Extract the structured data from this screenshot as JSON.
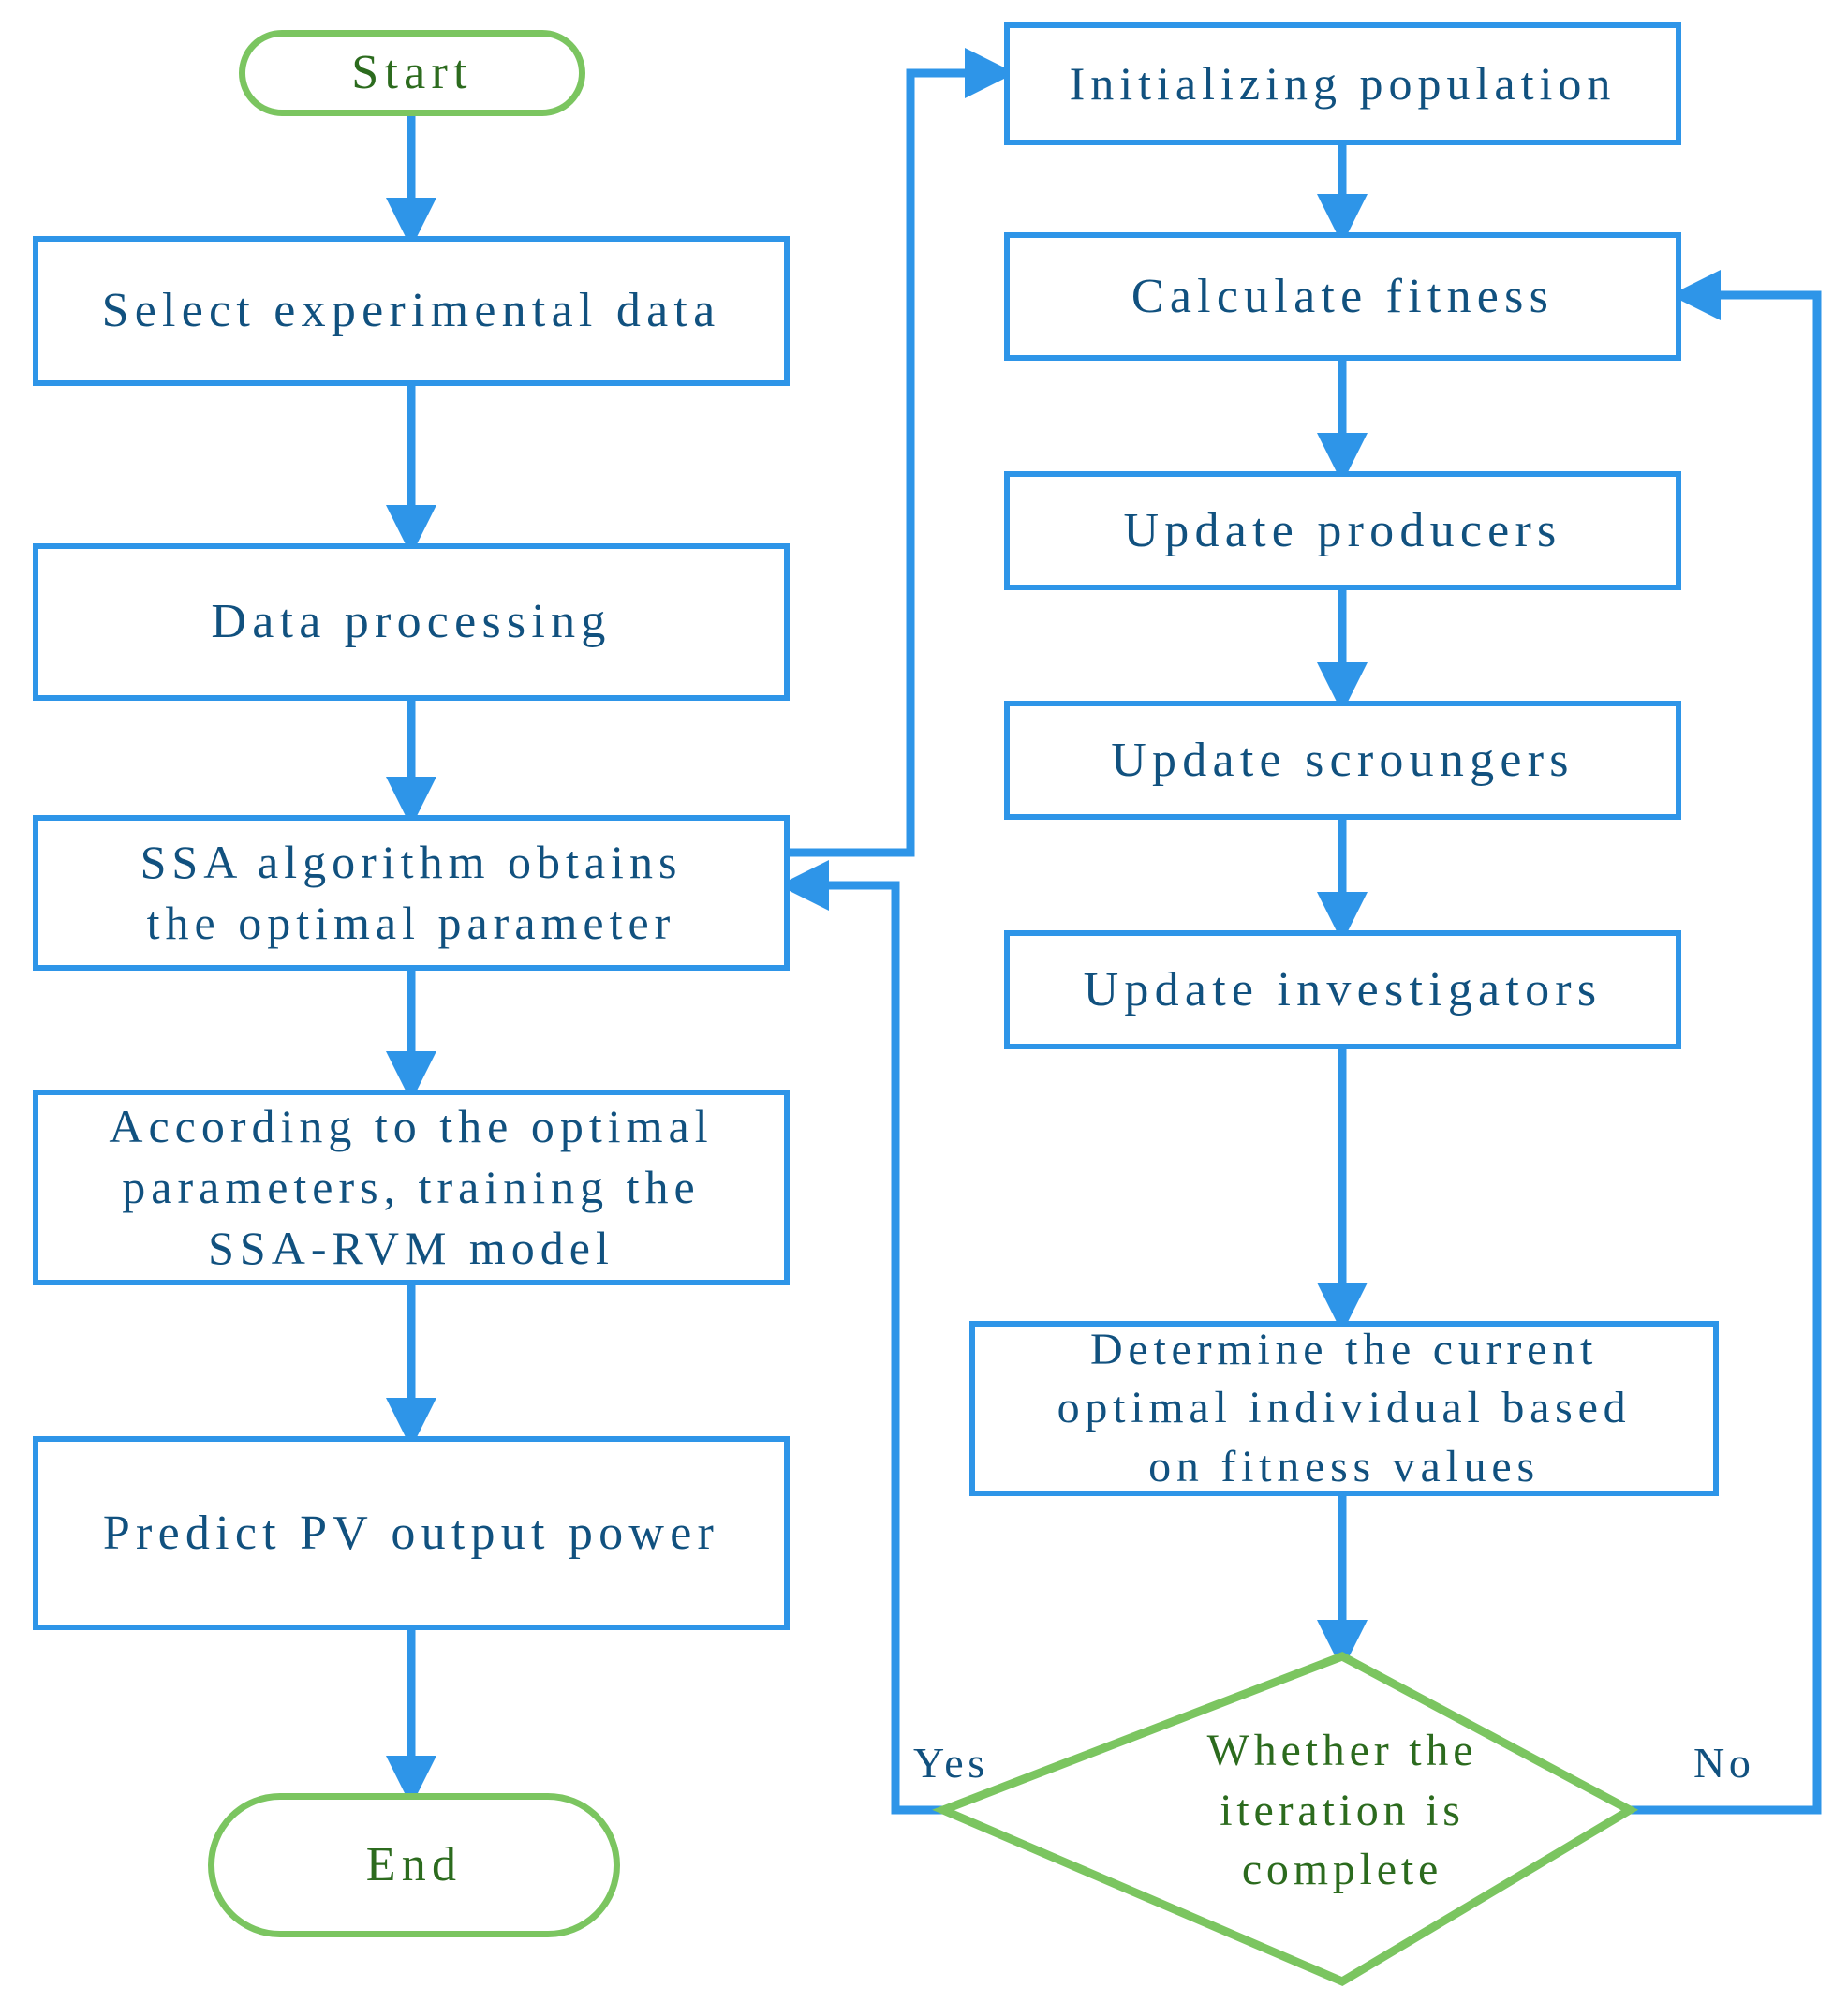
{
  "diagram": {
    "type": "flowchart",
    "title": "SSA-RVM photovoltaic output power prediction flowchart",
    "colors": {
      "process_border": "#2E95E8",
      "process_text": "#11517F",
      "terminator_border": "#7BC560",
      "terminator_text": "#2C6B1E",
      "arrow": "#2E95E8",
      "decision_border": "#7BC560",
      "decision_text": "#2C6B1E",
      "background": "#FFFFFF"
    }
  },
  "left_column": {
    "start": {
      "label": "Start",
      "shape": "terminator"
    },
    "step1": {
      "label": "Select experimental data",
      "shape": "process"
    },
    "step2": {
      "label": "Data processing",
      "shape": "process"
    },
    "step3": {
      "label": "SSA algorithm  obtains\nthe optimal parameter",
      "shape": "process"
    },
    "step4": {
      "label": "According to the optimal\nparameters, training the\nSSA-RVM model",
      "shape": "process"
    },
    "step5": {
      "label": "Predict PV output power",
      "shape": "process"
    },
    "end": {
      "label": "End",
      "shape": "terminator"
    }
  },
  "right_column": {
    "step1": {
      "label": "Initializing population",
      "shape": "process"
    },
    "step2": {
      "label": "Calculate fitness",
      "shape": "process"
    },
    "step3": {
      "label": "Update producers",
      "shape": "process"
    },
    "step4": {
      "label": "Update scroungers",
      "shape": "process"
    },
    "step5": {
      "label": "Update investigators",
      "shape": "process"
    },
    "step6": {
      "label": "Determine the current\noptimal individual based\non fitness values",
      "shape": "process"
    },
    "decision": {
      "label": "Whether the\niteration is\ncomplete",
      "shape": "decision"
    }
  },
  "edge_labels": {
    "yes": "Yes",
    "no": "No"
  }
}
